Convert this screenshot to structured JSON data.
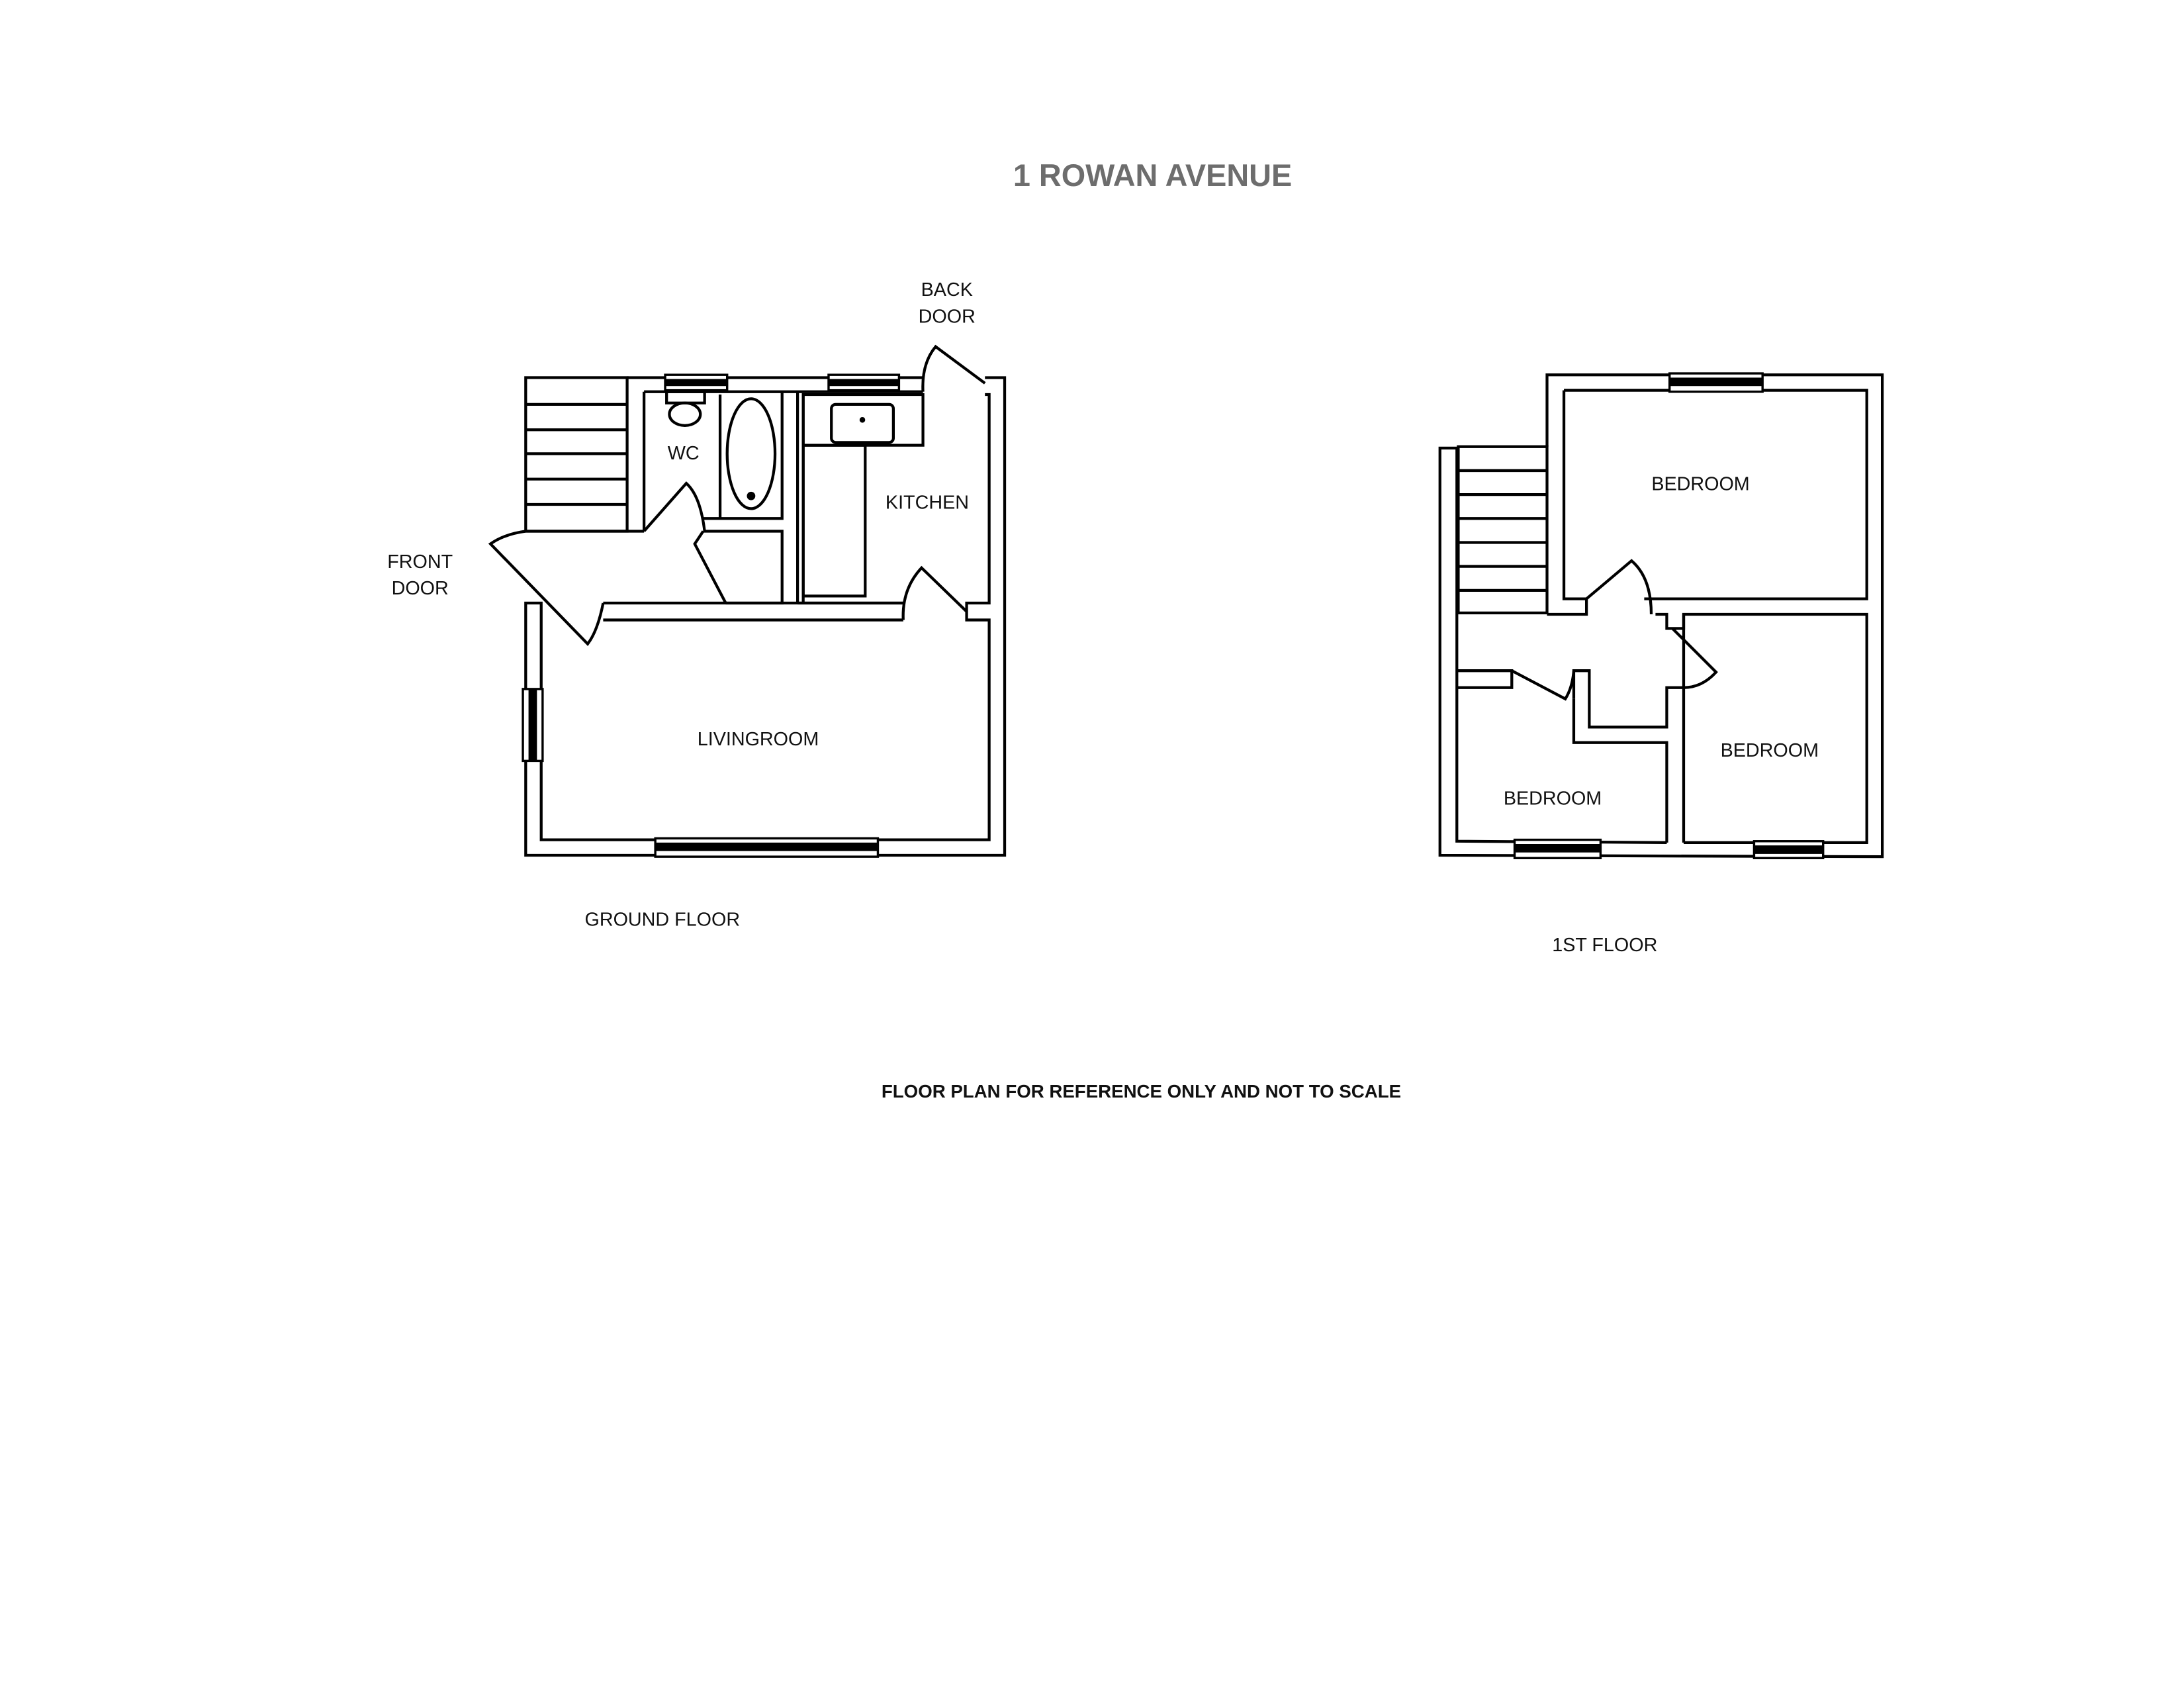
{
  "title": "1 ROWAN AVENUE",
  "ground_floor": {
    "label": "GROUND FLOOR",
    "rooms": {
      "wc": "WC",
      "kitchen": "KITCHEN",
      "living": "LIVINGROOM"
    },
    "back_door": [
      "BACK",
      "DOOR"
    ],
    "front_door": [
      "FRONT",
      "DOOR"
    ]
  },
  "first_floor": {
    "label": "1ST FLOOR",
    "rooms": [
      "BEDROOM",
      "BEDROOM",
      "BEDROOM"
    ]
  },
  "footer": "FLOOR PLAN FOR REFERENCE ONLY AND NOT TO SCALE"
}
